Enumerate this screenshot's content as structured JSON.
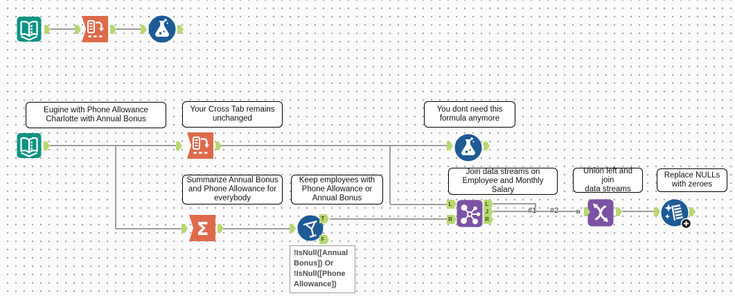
{
  "app": {
    "name": "workflow-canvas"
  },
  "colors": {
    "teal": "#0D9384",
    "orange": "#DE6A4B",
    "blue": "#1D5A96",
    "purple": "#7C52A5",
    "anchor_green": "#b9d773",
    "wire_gray": "#9e9e9e",
    "canvas_bg": "#fbfbfb"
  },
  "comments": [
    {
      "text": "Eugine with Phone Allowance\nCharlotte with Annual Bonus"
    },
    {
      "text": "Your Cross Tab remains\nunchanged"
    },
    {
      "text": "You dont need this\nformula anymore"
    },
    {
      "text": "Summarize Annual Bonus\nand Phone Allowance for\neverybody"
    },
    {
      "text": "Keep employees with\nPhone Allowance or\nAnnual Bonus"
    },
    {
      "text": "Join data streams on\nEmployee and Monthly\nSalary"
    },
    {
      "text": "Union left and join\ndata streams"
    },
    {
      "text": "Replace NULLs\nwith zeroes"
    }
  ],
  "expression": {
    "text": "!IsNull([Annual\nBonus]) Or\n!IsNull([Phone\nAllowance])"
  },
  "connection_labels": [
    "#1",
    "#2"
  ],
  "anchor_letters": {
    "true": "T",
    "false": "F",
    "left": "L",
    "join": "J",
    "right": "R"
  },
  "glyphs": {
    "sigma": "Σ",
    "multi_connection": "»"
  }
}
